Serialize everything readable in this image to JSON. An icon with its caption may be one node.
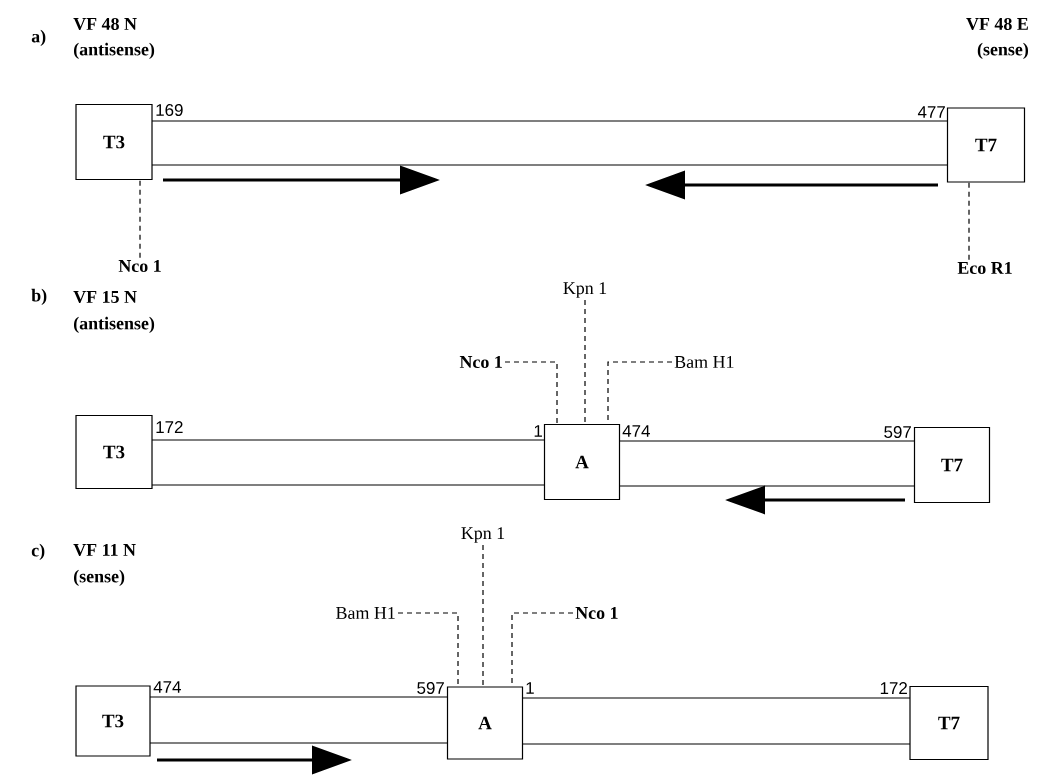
{
  "diagram": {
    "nodes": [
      {
        "text": [
          "T3"
        ]
      },
      {
        "text": [
          "T7"
        ]
      },
      {
        "text": [
          "Nco 1"
        ]
      },
      {
        "text": [
          "Eco R1"
        ]
      },
      {
        "text": [
          "T3"
        ]
      },
      {
        "text": [
          "A"
        ]
      },
      {
        "text": [
          "T7"
        ]
      },
      {
        "text": [
          "Kpn 1"
        ]
      },
      {
        "text": [
          "Nco 1"
        ]
      },
      {
        "text": [
          "Bam H1"
        ]
      },
      {
        "text": [
          "T3"
        ]
      },
      {
        "text": [
          "A"
        ]
      },
      {
        "text": [
          "T7"
        ]
      },
      {
        "text": [
          "Kpn 1"
        ]
      },
      {
        "text": [
          "Bam H1"
        ]
      },
      {
        "text": [
          "Nco 1"
        ]
      }
    ],
    "edges": [
      {
        "from": 2,
        "to": 0,
        "arrow": "none",
        "style": "dashed"
      },
      {
        "from": 3,
        "to": 1,
        "arrow": "none",
        "style": "dashed"
      },
      {
        "from": 7,
        "to": 5,
        "arrow": "none",
        "style": "dashed"
      },
      {
        "from": 8,
        "to": 5,
        "arrow": "none",
        "style": "dashed"
      },
      {
        "from": 9,
        "to": 5,
        "arrow": "none",
        "style": "dashed"
      },
      {
        "from": 13,
        "to": 11,
        "arrow": "none",
        "style": "dashed"
      },
      {
        "from": 14,
        "to": 11,
        "arrow": "none",
        "style": "dashed"
      },
      {
        "from": 15,
        "to": 11,
        "arrow": "none",
        "style": "dashed"
      }
    ],
    "labels": [
      "a)",
      "VF 48 N",
      "(antisense)",
      "VF 48 E",
      "(sense)",
      "169",
      "477",
      "b)",
      "VF 15 N",
      "(antisense)",
      "172",
      "1",
      "474",
      "597",
      "c)",
      "VF 11 N",
      "(sense)",
      "474",
      "597",
      "1",
      "172"
    ]
  }
}
